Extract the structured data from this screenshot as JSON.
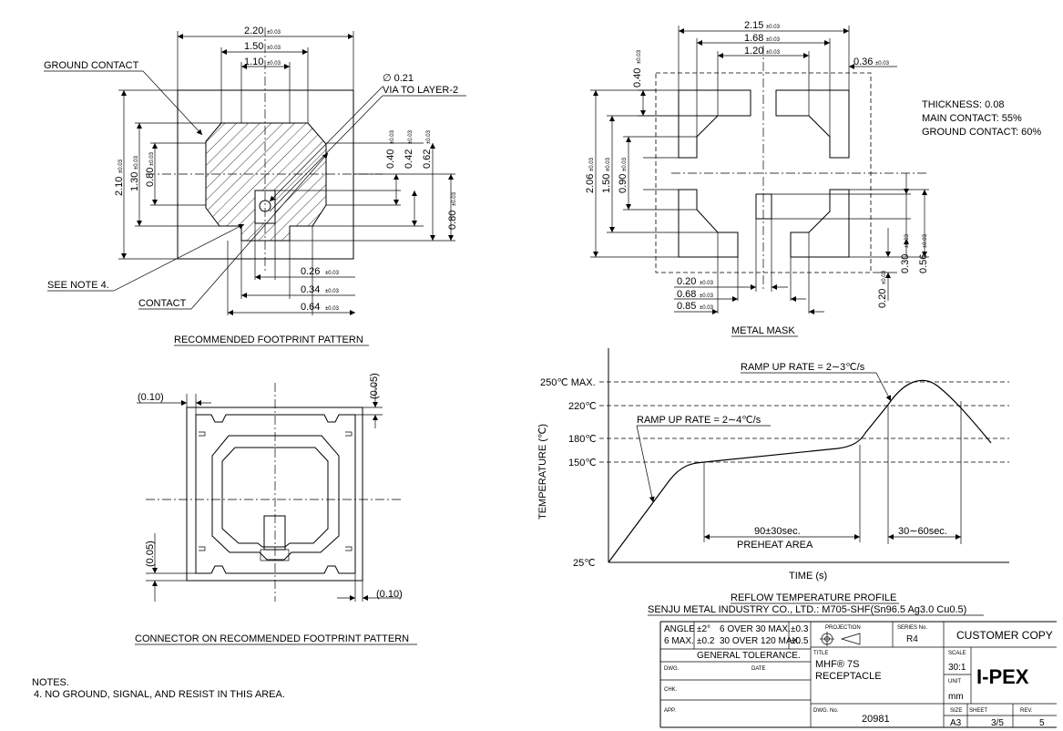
{
  "footprint": {
    "caption": "RECOMMENDED FOOTPRINT PATTERN",
    "tol": "±0.03",
    "dims_top": [
      "2.20",
      "1.50",
      "1.10"
    ],
    "dims_left": [
      "2.10",
      "1.30",
      "0.80"
    ],
    "dims_right": [
      "0.40",
      "0.42",
      "0.62",
      "0.80"
    ],
    "dims_bottom": [
      "0.26",
      "0.34",
      "0.64"
    ],
    "labels": {
      "ground_contact": "GROUND CONTACT",
      "via": "∅ 0.21",
      "via2": "VIA TO LAYER-2",
      "see_note": "SEE NOTE 4.",
      "contact": "CONTACT"
    }
  },
  "mask": {
    "caption": "METAL MASK",
    "tol": "±0.03",
    "dims_top": [
      "2.15",
      "1.68",
      "1.20",
      "0.36",
      "0.40"
    ],
    "dims_left": [
      "2.06",
      "1.50",
      "0.90"
    ],
    "dims_bottom": [
      "0.20",
      "0.68",
      "0.85"
    ],
    "dims_right": [
      "0.30",
      "0.56",
      "0.20"
    ],
    "specs": [
      "THICKNESS: 0.08",
      "MAIN CONTACT: 55%",
      "GROUND CONTACT: 60%"
    ]
  },
  "connector": {
    "caption": "CONNECTOR ON RECOMMENDED FOOTPRINT PATTERN",
    "dims": [
      "(0.10)",
      "(0.05)",
      "(0.05)",
      "(0.10)"
    ]
  },
  "reflow": {
    "ylabel": "TEMPERATURE (℃)",
    "xlabel": "TIME (s)",
    "y_ticks": [
      "250℃ MAX.",
      "220℃",
      "180℃",
      "150℃",
      "25℃"
    ],
    "ramp1": "RAMP UP RATE = 2∼4℃/s",
    "ramp2": "RAMP UP RATE = 2∼3℃/s",
    "preheat_time": "90±30sec.",
    "preheat_label": "PREHEAT AREA",
    "peak_time": "30∼60sec.",
    "caption": "REFLOW TEMPERATURE PROFILE",
    "subcaption": "SENJU METAL INDUSTRY CO., LTD.: M705-SHF(Sn96.5 Ag3.0 Cu0.5)"
  },
  "notes": {
    "title": "NOTES.",
    "items": [
      "4. NO GROUND, SIGNAL, AND RESIST IN THIS AREA."
    ]
  },
  "title_block": {
    "angle": "ANGLE",
    "angle_val": "±2°",
    "max6": "6 MAX.",
    "tol_02": "±0.2",
    "over30": "6 OVER 30 MAX.",
    "tol_03": "±0.3",
    "over120": "30 OVER 120 MAX.",
    "tol_05": "±0.5",
    "general_tol": "GENERAL TOLERANCE.",
    "projection": "PROJECTION",
    "series_no_label": "SERIES No.",
    "series_no": "R4",
    "customer_copy": "CUSTOMER COPY",
    "dwg": "DWG.",
    "date": "DATE",
    "title_label": "TITLE",
    "title1": "MHF® 7S",
    "title2": "RECEPTACLE",
    "scale_label": "SCALE",
    "scale": "30:1",
    "unit_label": "UNIT",
    "unit": "mm",
    "chk": "CHK.",
    "app": "APP.",
    "dwg_no_label": "DWG. No.",
    "dwg_no": "20981",
    "size_label": "SIZE",
    "size": "A3",
    "sheet_label": "SHEET",
    "sheet": "3/5",
    "rev_label": "REV.",
    "rev": "5",
    "logo": "I-PEX"
  }
}
